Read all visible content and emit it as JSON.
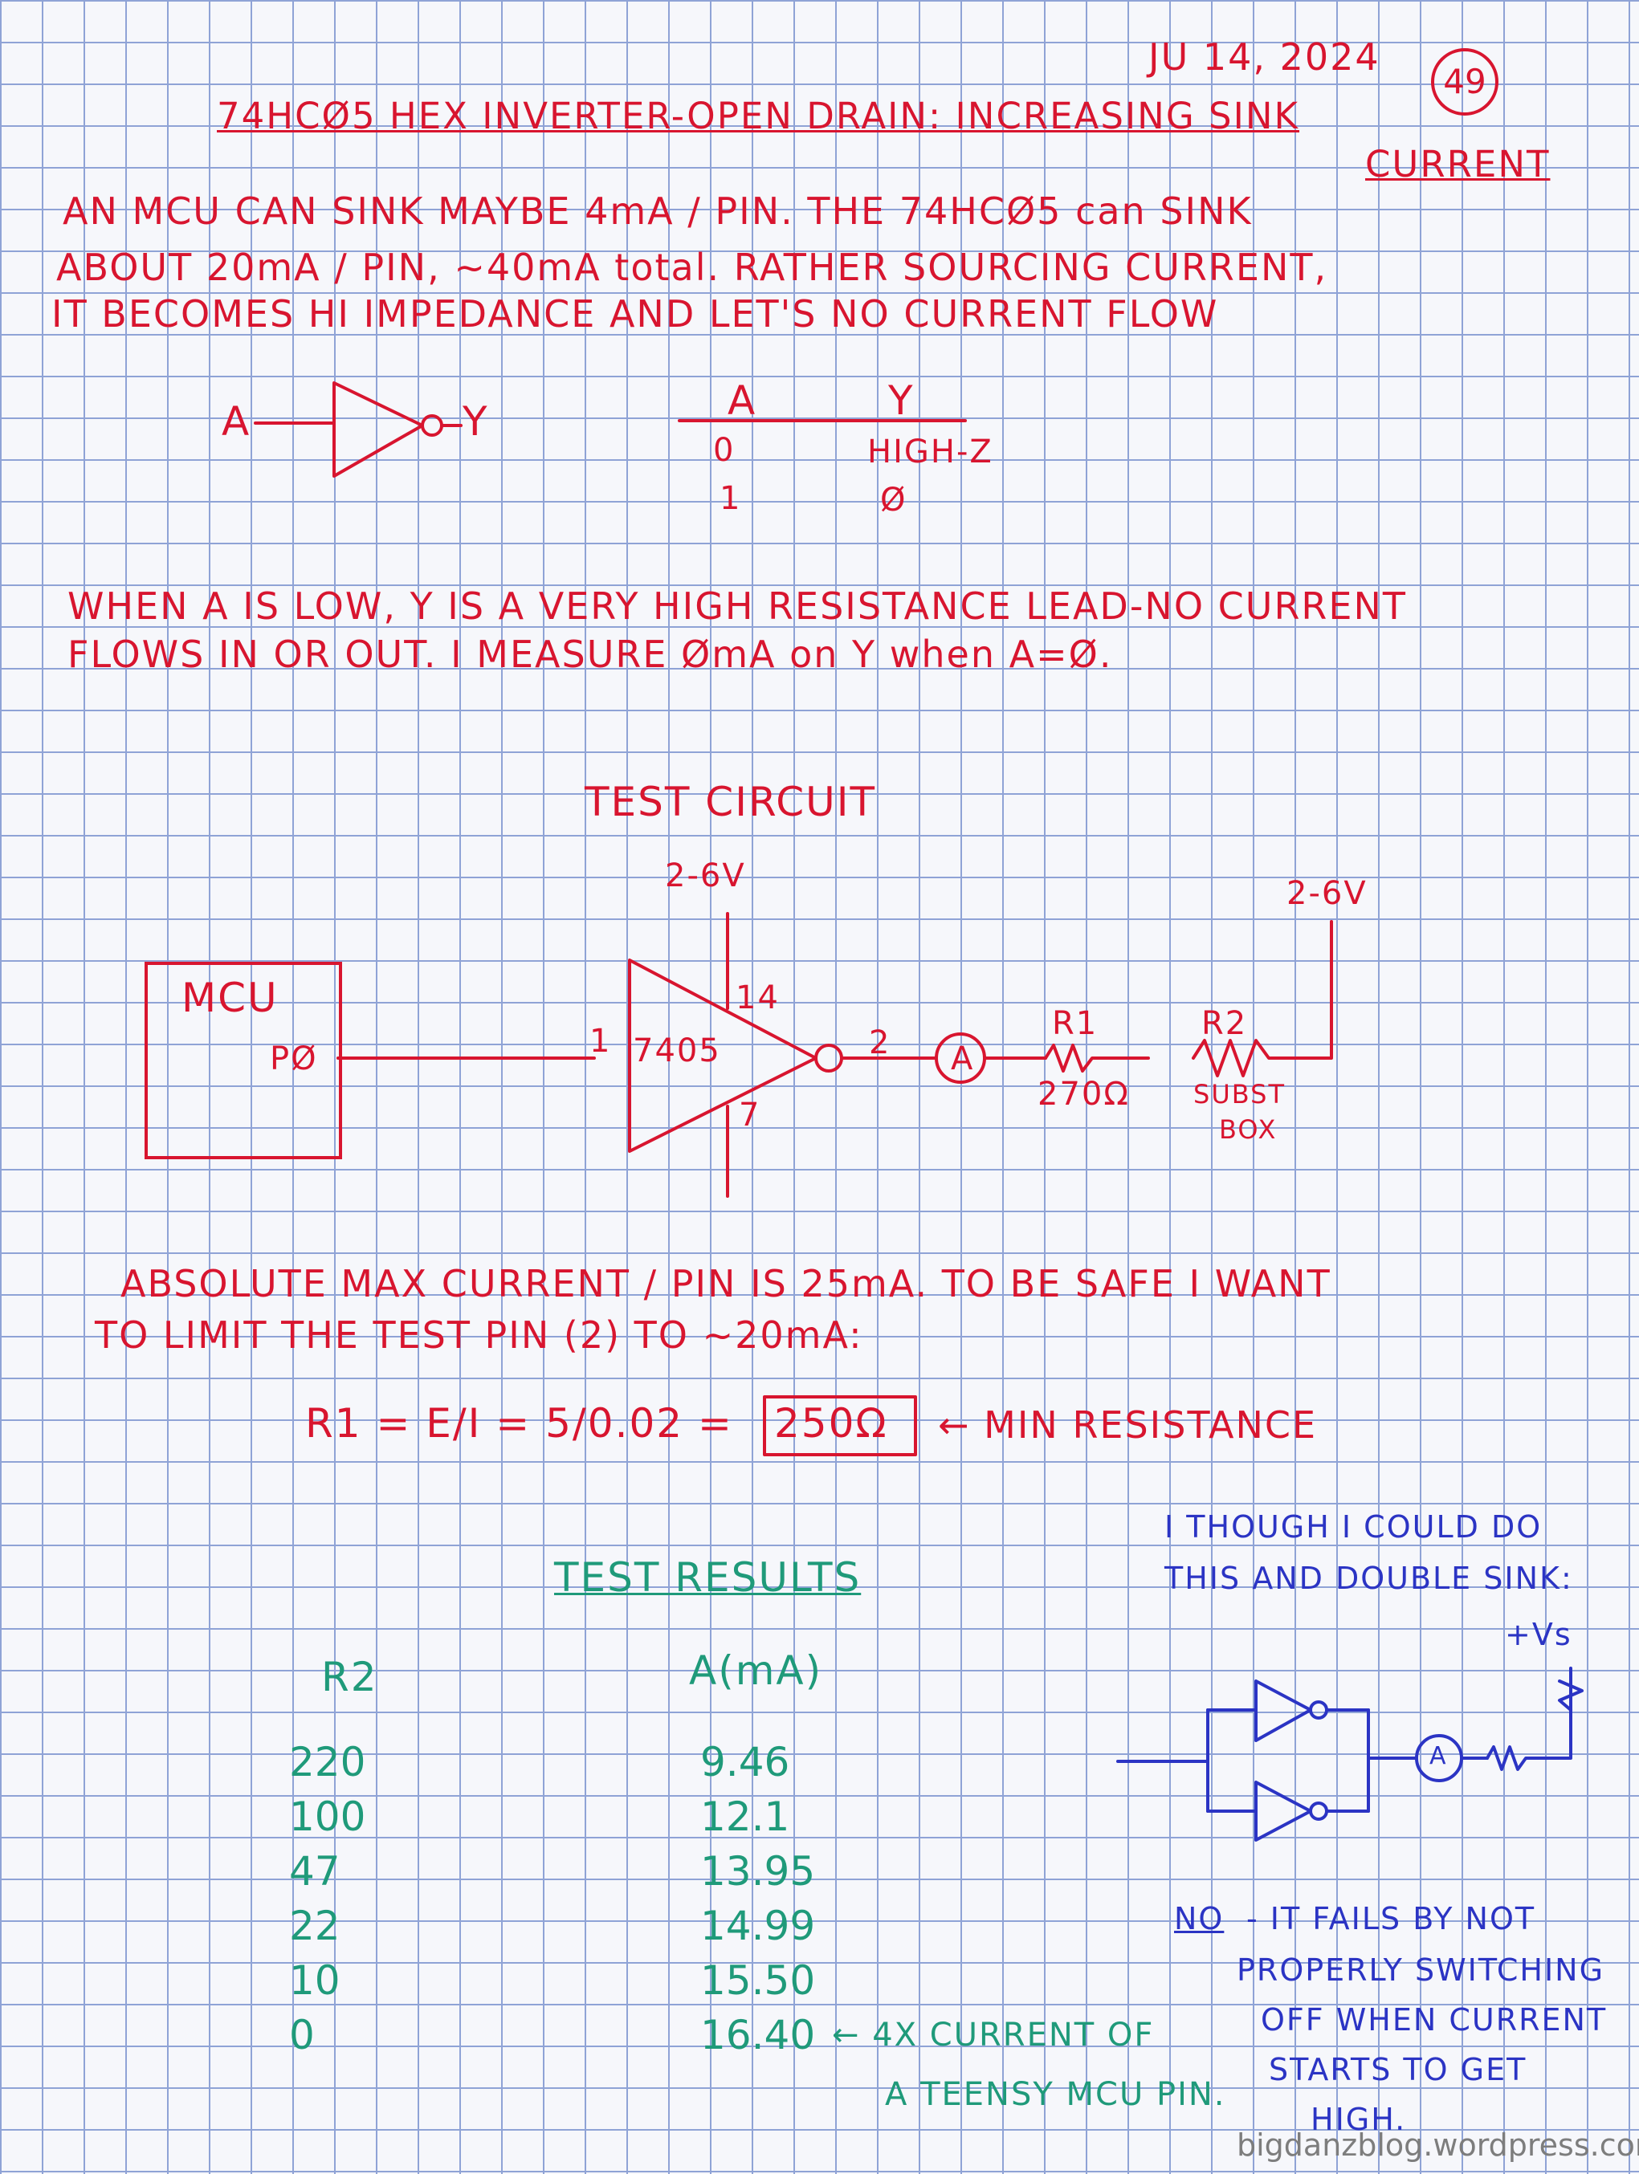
{
  "header": {
    "date": "JU 14, 2024",
    "page_number": "49",
    "title": "74HCØ5 HEX INVERTER-OPEN DRAIN: INCREASING SINK",
    "title_cont": "CURRENT"
  },
  "intro": {
    "line1": "AN MCU CAN SINK MAYBE 4mA / PIN. THE 74HCØ5 can SINK",
    "line2": "ABOUT 20mA / PIN, ~40mA total. RATHER SOURCING CURRENT,",
    "line3": "IT BECOMES HI IMPEDANCE AND LET'S NO CURRENT FLOW"
  },
  "truth_table": {
    "gate_in": "A",
    "gate_out": "Y",
    "headers": [
      "A",
      "Y"
    ],
    "rows": [
      [
        "0",
        "HIGH-Z"
      ],
      [
        "1",
        "Ø"
      ]
    ]
  },
  "when_low": {
    "line1": "WHEN A IS LOW, Y IS A VERY HIGH RESISTANCE LEAD-NO CURRENT",
    "line2": "FLOWS IN OR OUT. I MEASURE ØmA on Y when A=Ø."
  },
  "circuit": {
    "title": "TEST CIRCUIT",
    "vcc_label": "2-6V",
    "vs_label": "2-6V",
    "mcu_label": "MCU",
    "mcu_pin": "PØ",
    "chip_label": "7405",
    "pin_in": "1",
    "pin_vcc": "14",
    "pin_gnd": "7",
    "pin_out": "2",
    "ammeter": "A",
    "r1_label": "R1",
    "r1_value": "270Ω",
    "r2_label": "R2",
    "r2_value_line1": "SUBST",
    "r2_value_line2": "BOX"
  },
  "limits": {
    "line1": "ABSOLUTE MAX CURRENT / PIN IS 25mA. TO BE SAFE I WANT",
    "line2": "TO LIMIT THE TEST PIN (2) TO ~20mA:",
    "formula": "R1 = E/I = 5/0.02 =",
    "result": "250Ω",
    "result_note": "← MIN RESISTANCE"
  },
  "results": {
    "title": "TEST RESULTS",
    "col_r2": "R2",
    "col_a": "A(mA)",
    "r2_values": [
      "220",
      "100",
      "47",
      "22",
      "10",
      "0"
    ],
    "a_values": [
      "9.46",
      "12.1",
      "13.95",
      "14.99",
      "15.50",
      "16.40"
    ],
    "note_line1": "← 4X CURRENT OF",
    "note_line2": "A TEENSY MCU PIN."
  },
  "aside": {
    "line1": "I THOUGH I COULD DO",
    "line2": "THIS AND DOUBLE SINK:",
    "vs_label": "+Vs",
    "ammeter": "A",
    "verdict_no": "NO",
    "verdict_line1": "- IT FAILS BY NOT",
    "verdict_line2": "PROPERLY SWITCHING",
    "verdict_line3": "OFF WHEN CURRENT",
    "verdict_line4": "STARTS TO GET",
    "verdict_line5": "HIGH."
  },
  "watermark": "bigdanzblog.wordpress.com",
  "colors": {
    "red_ink": "#d8152f",
    "green_ink": "#1f9a7a",
    "blue_ink": "#2b34c4",
    "grid": "#8fa3d6"
  }
}
